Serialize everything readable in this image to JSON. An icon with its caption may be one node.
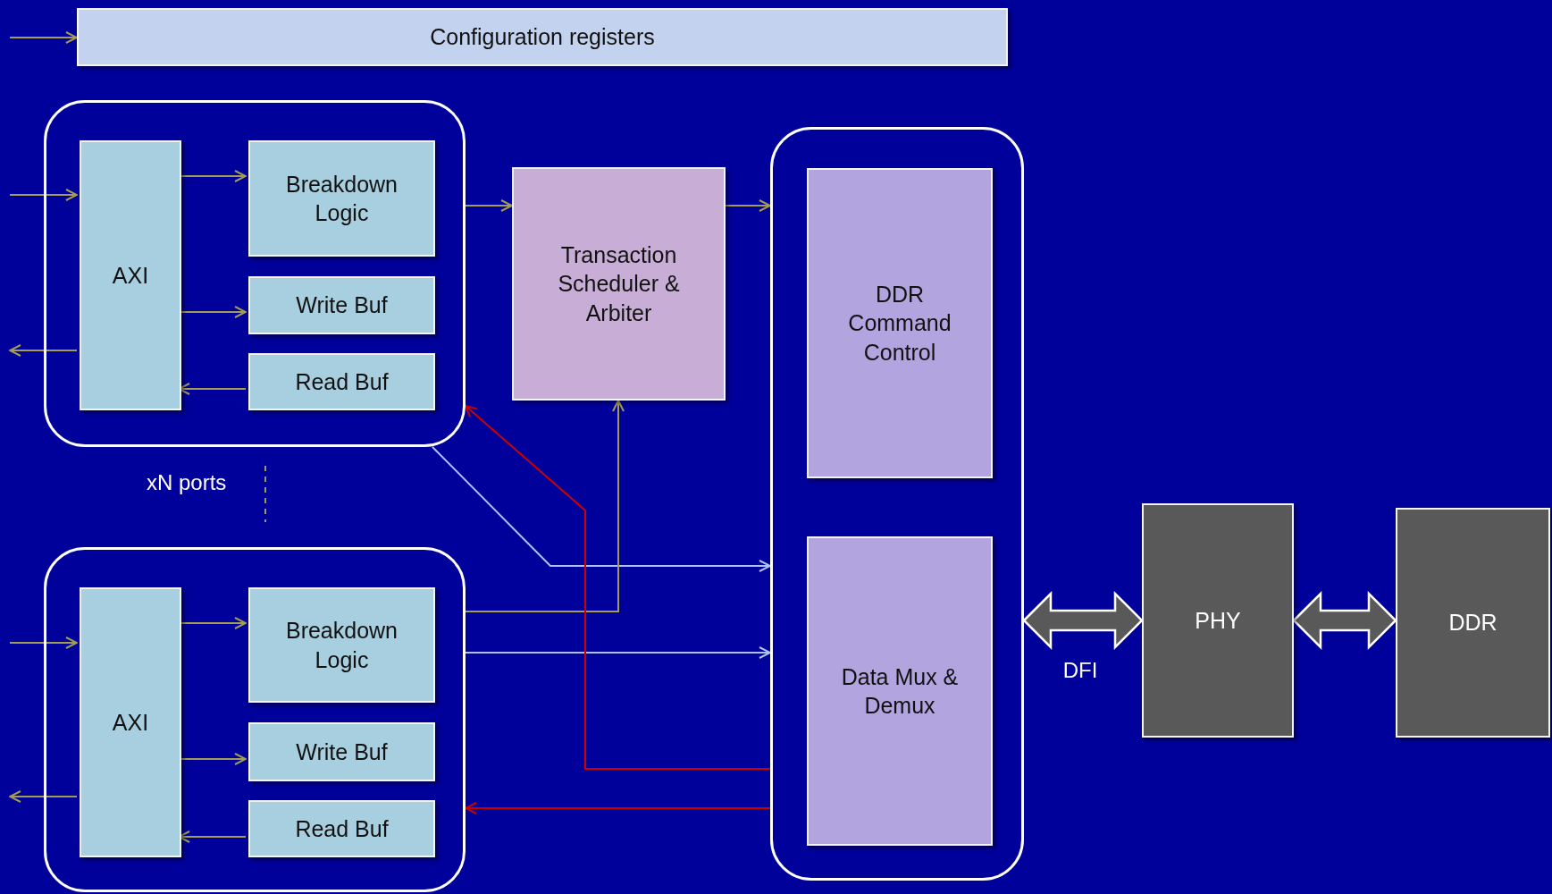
{
  "diagram": {
    "nodes": [
      {
        "text": [
          "Configuration registers"
        ]
      },
      {
        "text": [],
        "shape": "box"
      },
      {
        "text": [
          "AXI"
        ],
        "in": 1
      },
      {
        "text": [
          "Breakdown Logic"
        ],
        "in": 1
      },
      {
        "text": [
          "Write Buf"
        ],
        "in": 1
      },
      {
        "text": [
          "Read Buf"
        ],
        "in": 1
      },
      {
        "text": [
          "Transaction Scheduler & Arbiter"
        ]
      },
      {
        "text": [],
        "shape": "box"
      },
      {
        "text": [
          "DDR Command Control"
        ],
        "in": 7
      },
      {
        "text": [
          "Data Mux & Demux"
        ],
        "in": 7
      },
      {
        "text": [],
        "shape": "box"
      },
      {
        "text": [
          "AXI"
        ],
        "in": 10
      },
      {
        "text": [
          "Breakdown Logic"
        ],
        "in": 10
      },
      {
        "text": [
          "Write Buf"
        ],
        "in": 10
      },
      {
        "text": [
          "Read Buf"
        ],
        "in": 10
      },
      {
        "text": [
          "PHY"
        ]
      },
      {
        "text": [
          "DDR"
        ]
      }
    ],
    "edges": [
      {
        "from": null,
        "to": 0,
        "arrow": "to"
      },
      {
        "from": null,
        "to": 2,
        "arrow": "to"
      },
      {
        "from": 2,
        "to": null,
        "arrow": "to"
      },
      {
        "from": 2,
        "to": 3,
        "arrow": "to"
      },
      {
        "from": 2,
        "to": 4,
        "arrow": "to"
      },
      {
        "from": 5,
        "to": 2,
        "arrow": "to"
      },
      {
        "from": 1,
        "to": 6,
        "arrow": "to"
      },
      {
        "from": 6,
        "to": 7,
        "arrow": "to"
      },
      {
        "from": 1,
        "to": 7,
        "arrow": "to",
        "color": "#a9c4f5"
      },
      {
        "from": 10,
        "to": 6,
        "arrow": "to"
      },
      {
        "from": 10,
        "to": 7,
        "arrow": "to",
        "color": "#a9c4f5"
      },
      {
        "from": 7,
        "to": 1,
        "arrow": "to",
        "color": "#cc0000"
      },
      {
        "from": 7,
        "to": 10,
        "arrow": "to",
        "color": "#cc0000"
      },
      {
        "from": null,
        "to": 11,
        "arrow": "to"
      },
      {
        "from": 11,
        "to": null,
        "arrow": "to"
      },
      {
        "from": 11,
        "to": 12,
        "arrow": "to"
      },
      {
        "from": 11,
        "to": 13,
        "arrow": "to"
      },
      {
        "from": 14,
        "to": 11,
        "arrow": "to"
      },
      {
        "from": 7,
        "to": 15,
        "arrow": "both",
        "label": "DFI",
        "style": "thick",
        "color": "#595959"
      },
      {
        "from": 15,
        "to": 16,
        "arrow": "both",
        "style": "thick",
        "color": "#595959"
      }
    ],
    "labels": [
      "xN ports"
    ]
  }
}
